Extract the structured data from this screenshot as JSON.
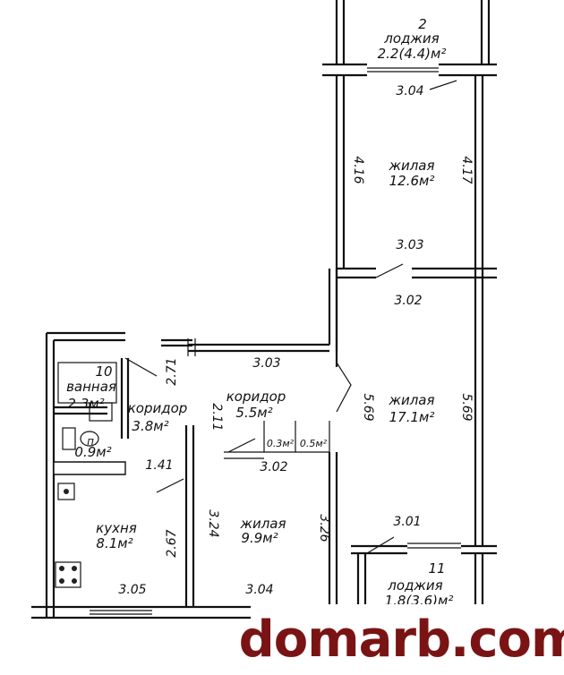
{
  "rooms": {
    "loggia_top": {
      "number": "2",
      "name": "лоджия",
      "area": "2.2(4.4)м²"
    },
    "living_top": {
      "name": "жилая",
      "area": "12.6м²"
    },
    "living_mid": {
      "name": "жилая",
      "area": "17.1м²"
    },
    "living_bottom": {
      "name": "жилая",
      "area": "9.9м²"
    },
    "corridor_big": {
      "name": "коридор",
      "area": "5.5м²"
    },
    "corridor_small": {
      "name": "коридор",
      "area": "3.8м²"
    },
    "bathroom": {
      "number": "10",
      "name": "ванная",
      "area": "2.3м²"
    },
    "wc": {
      "name": "п.",
      "area": "0.9м²"
    },
    "kitchen": {
      "name": "кухня",
      "area": "8.1м²"
    },
    "loggia_bottom": {
      "number": "11",
      "name": "лоджия",
      "area": "1.8(3.6)м²"
    },
    "closet_a": {
      "area": "0.3м²"
    },
    "closet_b": {
      "area": "0.5м²"
    }
  },
  "dimensions": {
    "d1": "3.04",
    "d2": "4.16",
    "d3": "4.17",
    "d4": "3.03",
    "d5": "3.02",
    "d6": "2.71",
    "d7": "3.03",
    "d8": "5.69",
    "d9": "5.69",
    "d10": "2.11",
    "d11": "3.02",
    "d12": "1.41",
    "d13": "3.24",
    "d14": "3.26",
    "d15": "3.01",
    "d16": "2.67",
    "d17": "3.05",
    "d18": "3.04"
  },
  "watermark": {
    "text": "domarb.com",
    "color": "#7a1414"
  }
}
